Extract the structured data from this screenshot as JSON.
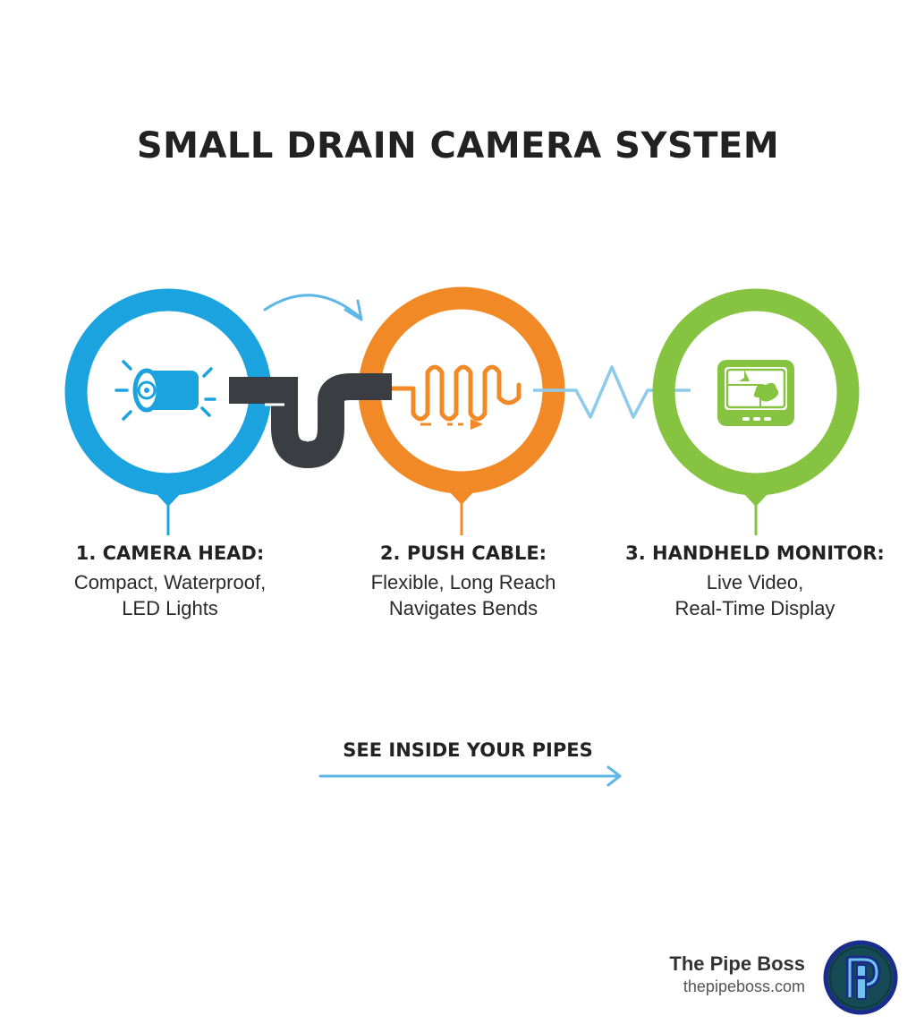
{
  "title": "SMALL DRAIN CAMERA SYSTEM",
  "steps": [
    {
      "heading": "1. CAMERA HEAD:",
      "lines": [
        "Compact, Waterproof,",
        "LED Lights"
      ],
      "color": "#1ba3e0",
      "icon": "camera-head-icon"
    },
    {
      "heading": "2. PUSH CABLE:",
      "lines": [
        "Flexible, Long Reach",
        "Navigates Bends"
      ],
      "color": "#f18a26",
      "icon": "coiled-cable-icon"
    },
    {
      "heading": "3. HANDHELD MONITOR:",
      "lines": [
        "Live Video,",
        "Real-Time Display"
      ],
      "color": "#86c341",
      "icon": "monitor-icon"
    }
  ],
  "tagline": "SEE INSIDE YOUR PIPES",
  "brand": {
    "name": "The Pipe Boss",
    "url": "thepipeboss.com"
  },
  "colors": {
    "pipe": "#3a3d42",
    "wire": "#8ccbea",
    "arrow": "#5fb7e5",
    "logo_bg": "#164a54",
    "logo_ring": "#1a2c8c",
    "text": "#222222"
  }
}
